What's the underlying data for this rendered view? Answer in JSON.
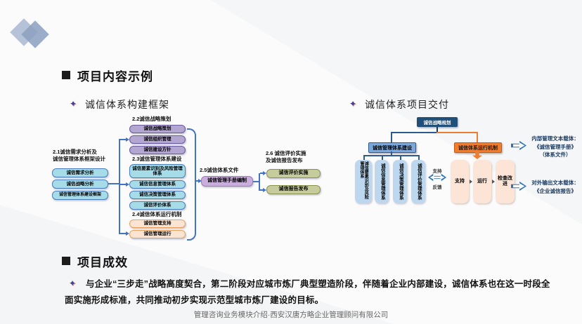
{
  "slide": {
    "section1_title": "项目内容示例",
    "section2_title": "项目成效",
    "results_text": "与企业“三步走”战略高度契合，第二阶段对应城市炼厂典型塑造阶段，伴随着企业内部建设，诚信体系也在这一时段全面实施形成标准，共同推动初步实现示范型城市炼厂建设的目标。",
    "footer": "管理咨询业务模块介绍·西安汉唐方略企业管理顾问有限公司"
  },
  "framework": {
    "title": "诚信体系构建框架",
    "s21_header": "2.1诚信需求分析及\n诚信管理体系框架设计",
    "s21_boxes": [
      "诚信需求分析",
      "诚信战略分析",
      "诚信管理体系建设框架"
    ],
    "s22_header": "2.2诚信战略策划",
    "s22_boxes": [
      "诚信战略策划",
      "诚信组织管理",
      "诚信建设方针"
    ],
    "s23_header": "2.3诚信管理体系建设",
    "s23_boxes": [
      "诚信要素识别及风险管理体系",
      "诚信信息管理体系",
      "诚信决策管理体系",
      "诚信评价体系"
    ],
    "s24_header": "2.4诚信体系运行机制",
    "s24_boxes": [
      "诚信管理支持",
      "诚信管理运行"
    ],
    "s25_header": "2.5诚信体系文件",
    "s25_box": "诚信管理手册编制",
    "s26_header": "2.6 诚信评价实施\n及诚信报告发布",
    "s26_boxes": [
      "诚信评价实施",
      "诚信报告发布"
    ]
  },
  "delivery": {
    "title": "诚信体系项目交付",
    "root_box": "诚信战略规划",
    "left_branch": "诚信管理体系建设",
    "right_branch": "诚信体系运行机制",
    "system_boxes": [
      "诚信要素识别及风险管理体系",
      "诚信信息管理体系",
      "诚信决策管理体系",
      "诚信评价管理体系"
    ],
    "exchange_top": "支持",
    "exchange_bottom": "反馈",
    "run_boxes": [
      "支持",
      "运行",
      "检查改进"
    ],
    "outputs": [
      "内部管理文本载体：\n《诚信管理手册》\n（体系文件）",
      "对外输出文本载体：\n《企业诚信报告》"
    ]
  },
  "colors": {
    "accent_blue": "#4472c4",
    "navy": "#1f4e79",
    "steel_blue": "#7da7d9",
    "orange": "#ed7d31",
    "cyan_box": "#a6dbe8",
    "purple_box": "#b3a6d0",
    "lavender_box": "#c9addc",
    "olive_box": "#c6cc9c",
    "peach_box": "#fce4d6",
    "light_blue_box": "#bdd7ee"
  }
}
